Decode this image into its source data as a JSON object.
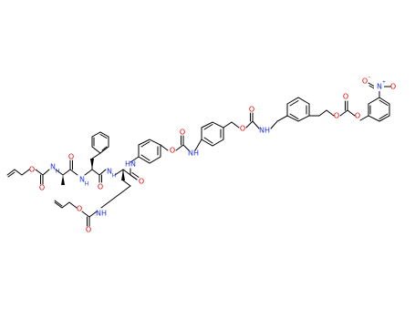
{
  "colors": {
    "bond": "#000000",
    "carbon_text": "#000000",
    "oxygen": "#e00000",
    "nitrogen": "#1f33e6",
    "background": "#ffffff"
  },
  "labels": {
    "nitro_o_minus": "O",
    "nitro_minus": "-",
    "nitro_n": "N",
    "nitro_plus": "+",
    "nitro_o": "O",
    "carbonate_o_left": "O",
    "carbonate_o_right": "O",
    "carbonate_o_top": "O",
    "carbamate2_o_ester": "O",
    "carbamate2_o_carbonyl": "O",
    "carbamate2_nh": "NH",
    "carbamate1_o_ester": "O",
    "carbamate1_o_carbonyl": "O",
    "carbamate1_nh": "NH",
    "anilide_nh": "HN",
    "lys_carbonyl_o": "O",
    "lys_n": "N",
    "lys_n_h": "H",
    "phe_carbonyl_o": "O",
    "phe_n": "N",
    "phe_n_h": "H",
    "ala_carbonyl_o": "O",
    "ala_n": "N",
    "ala_n_h": "H",
    "alloc1_carbonyl_o": "O",
    "alloc1_ester_o": "O",
    "alloc2_nh": "NH",
    "alloc2_ester_o": "O",
    "alloc2_carbonyl_o": "O"
  }
}
